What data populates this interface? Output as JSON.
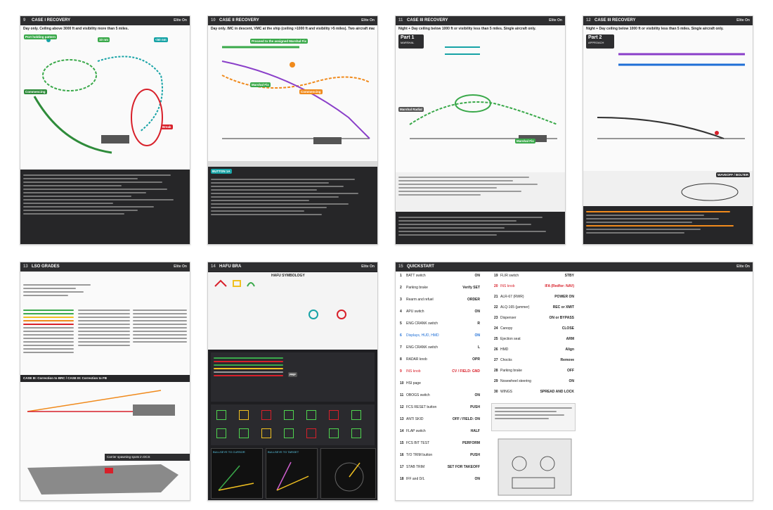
{
  "pages": [
    {
      "num": "9",
      "title": "CASE I RECOVERY",
      "brand": "Elite On",
      "subtitle": "Day only. Ceiling above 3000 ft and visibility more than 5 miles.",
      "labels": [
        "10 nm",
        "<50 nm",
        "Commencing",
        "Break",
        "Port holding pattern"
      ]
    },
    {
      "num": "10",
      "title": "CASE II RECOVERY",
      "brand": "Elite On",
      "subtitle": "Day only. IMC in descent, VMC at the ship (ceiling >1000 ft and visibility >5 miles). Two aircraft max.",
      "labels": [
        "Proceed to the assigned Marshal Fix",
        "Marshal Fix",
        "Commencing",
        "BUTTON 1A"
      ]
    },
    {
      "num": "11",
      "title": "CASE III RECOVERY",
      "brand": "Elite On",
      "subtitle": "Night + Day ceiling below 1000 ft or visibility less than 5 miles. Single aircraft only.",
      "labels": [
        "Part 1",
        "MARSHAL",
        "Marshal Fix",
        "Marshal Radial"
      ]
    },
    {
      "num": "12",
      "title": "CASE III RECOVERY",
      "brand": "Elite On",
      "subtitle": "Night + Day ceiling below 1000 ft or visibility less than 5 miles. Single aircraft only.",
      "labels": [
        "Part 2",
        "APPROACH",
        "WAVEOFF / BOLTER"
      ]
    },
    {
      "num": "13",
      "title": "LSO GRADES",
      "brand": "Elite On",
      "subtitle": "",
      "labels": [
        "CASE III: Correction to BRC / CASE III: Correction to FB",
        "Carrier spawning spots in DCS"
      ]
    },
    {
      "num": "14",
      "title": "HAFU BRA",
      "brand": "Elite On",
      "subtitle": "",
      "labels": [
        "HAFU SYMBOLOGY",
        "PRF",
        "BULLSEYE TO CURSOR",
        "BULLSEYE TO TARGET"
      ]
    },
    {
      "num": "15",
      "title": "QUICKSTART",
      "brand": "Elite On",
      "subtitle": "",
      "labels": []
    }
  ],
  "quickstart": {
    "left": [
      {
        "n": "1",
        "item": "BATT switch",
        "value": "ON",
        "color": "default"
      },
      {
        "n": "2",
        "item": "Parking brake",
        "value": "Verify SET",
        "color": "default"
      },
      {
        "n": "3",
        "item": "Rearm and refuel",
        "value": "ORDER",
        "color": "default"
      },
      {
        "n": "4",
        "item": "APU switch",
        "value": "ON",
        "color": "default"
      },
      {
        "n": "5",
        "item": "ENG CRANK switch",
        "value": "R",
        "color": "default"
      },
      {
        "n": "6",
        "item": "Displays, HUD, HMD",
        "value": "ON",
        "color": "blue"
      },
      {
        "n": "7",
        "item": "ENG CRANK switch",
        "value": "L",
        "color": "default"
      },
      {
        "n": "8",
        "item": "RADAR knob",
        "value": "OPR",
        "color": "default"
      },
      {
        "n": "9",
        "item": "INS knob",
        "value": "CV / FIELD: GND",
        "color": "red"
      },
      {
        "n": "10",
        "item": "HSI page",
        "value": "",
        "color": "default"
      },
      {
        "n": "11",
        "item": "OBOGS switch",
        "value": "ON",
        "color": "default"
      },
      {
        "n": "12",
        "item": "FCS RESET button",
        "value": "PUSH",
        "color": "default"
      },
      {
        "n": "13",
        "item": "ANTI SKID",
        "value": "OFF / FIELD: ON",
        "color": "default"
      },
      {
        "n": "14",
        "item": "FLAP switch",
        "value": "HALF",
        "color": "default"
      },
      {
        "n": "15",
        "item": "FCS BIT TEST",
        "value": "PERFORM",
        "color": "default"
      },
      {
        "n": "16",
        "item": "T/O TRIM button",
        "value": "PUSH",
        "color": "default"
      },
      {
        "n": "17",
        "item": "STAB TRIM",
        "value": "SET FOR TAKEOFF",
        "color": "default"
      },
      {
        "n": "18",
        "item": "IFF and D/L",
        "value": "ON",
        "color": "default"
      }
    ],
    "right": [
      {
        "n": "19",
        "item": "FLIR switch",
        "value": "STBY",
        "color": "default"
      },
      {
        "n": "20",
        "item": "INS knob",
        "value": "IFA (Redfor: NAV)",
        "color": "red"
      },
      {
        "n": "21",
        "item": "ALR-67 (RWR)",
        "value": "POWER ON",
        "color": "default"
      },
      {
        "n": "22",
        "item": "ALQ-165 (jammer)",
        "value": "REC or XMIT",
        "color": "default"
      },
      {
        "n": "23",
        "item": "Dispenser",
        "value": "ON or BYPASS",
        "color": "default"
      },
      {
        "n": "24",
        "item": "Canopy",
        "value": "CLOSE",
        "color": "default"
      },
      {
        "n": "25",
        "item": "Ejection seat",
        "value": "ARM",
        "color": "default"
      },
      {
        "n": "26",
        "item": "HMD",
        "value": "Align",
        "color": "default"
      },
      {
        "n": "27",
        "item": "Chocks",
        "value": "Remove",
        "color": "default"
      },
      {
        "n": "28",
        "item": "Parking brake",
        "value": "OFF",
        "color": "default"
      },
      {
        "n": "29",
        "item": "Nosewheel steering",
        "value": "ON",
        "color": "default"
      },
      {
        "n": "30",
        "item": "WINGS",
        "value": "SPREAD AND LOCK",
        "color": "default"
      }
    ]
  },
  "colors": {
    "header": "#2e2e30",
    "accent_green": "#3aa94a",
    "accent_blue": "#1f6fd6",
    "accent_red": "#d8202a",
    "accent_orange": "#f08a1c",
    "accent_teal": "#17a3a6",
    "accent_purple": "#8a3fc9"
  }
}
